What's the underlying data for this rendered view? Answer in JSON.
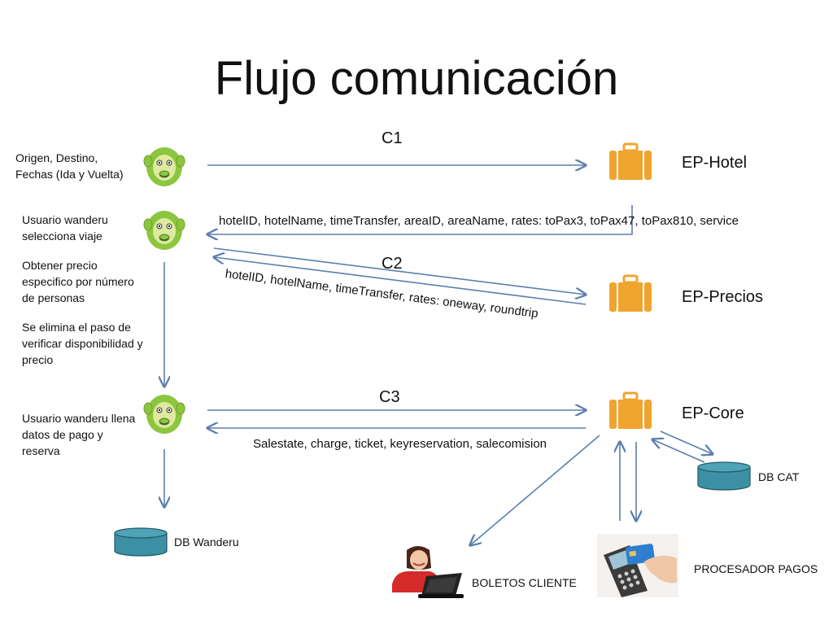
{
  "title": "Flujo comunicación",
  "actions": {
    "origen": "Origen, Destino, Fechas (Ida y Vuelta)",
    "selecciona": "Usuario wanderu selecciona viaje",
    "obtener": "Obtener precio especifico por número de personas",
    "elimina": "Se elimina el paso de verificar disponibilidad y precio",
    "llena": "Usuario wanderu llena datos de pago y reserva"
  },
  "connections": {
    "c1": "C1",
    "c2": "C2",
    "c3": "C3"
  },
  "responses": {
    "hotel": "hotelID, hotelName, timeTransfer, areaID, areaName, rates: toPax3, toPax47, toPax810, service",
    "precios": "hotelID, hotelName, timeTransfer, rates: oneway, roundtrip",
    "core": "Salestate, charge,  ticket, keyreservation, salecomision"
  },
  "endpoints": {
    "hotel": "EP-Hotel",
    "precios": "EP-Precios",
    "core": "EP-Core"
  },
  "databases": {
    "cat": "DB CAT",
    "wanderu": "DB Wanderu"
  },
  "externals": {
    "boletos": "BOLETOS CLIENTE",
    "procesador": "PROCESADOR PAGOS"
  },
  "colors": {
    "arrow": "#5b7fae",
    "suitcase": "#f0a430",
    "monkey": "#8cc63f",
    "database": "#3d8fa3"
  }
}
